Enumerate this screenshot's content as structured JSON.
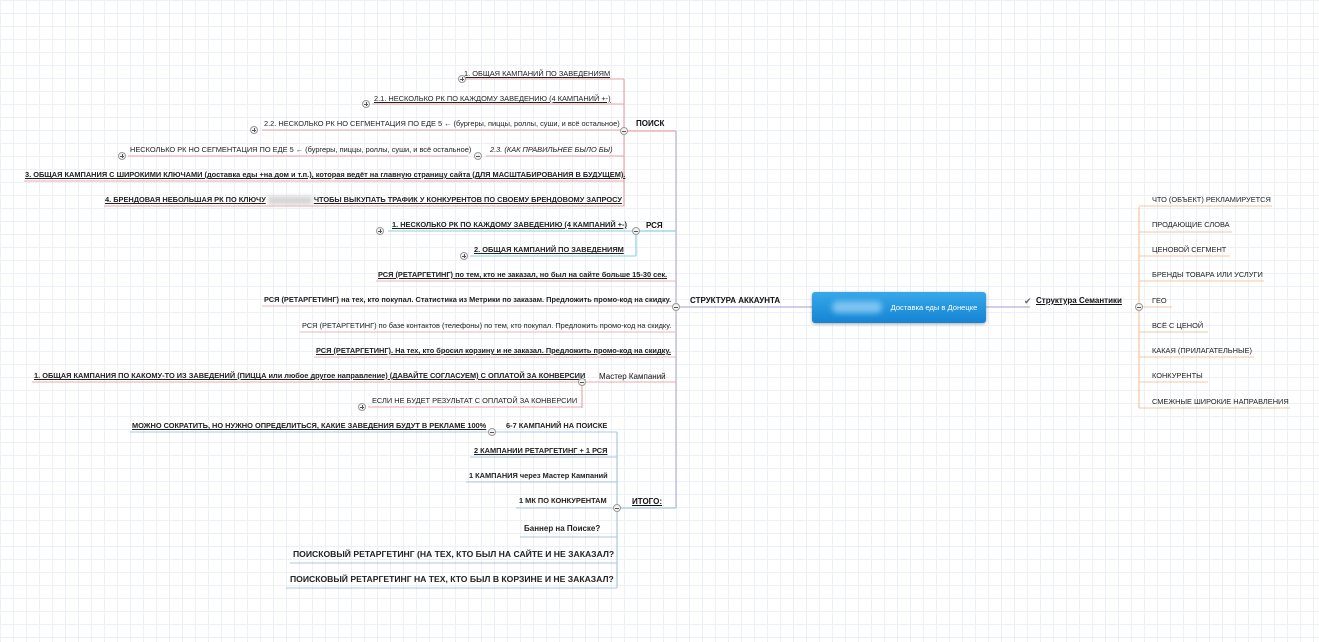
{
  "central_topic": {
    "title": "Доставка еды в Донецке",
    "redacted_marker": "redacted-name"
  },
  "branches": {
    "poisk": "ПОИСК",
    "rsya": "РСЯ",
    "struktura": "СТРУКТУРА АККАУНТА",
    "master": "Мастер Кампаний",
    "itogo": "ИТОГО:",
    "semantics": "Структура Семантики"
  },
  "poisk_items": [
    "1. ОБЩАЯ КАМПАНИЙ ПО ЗАВЕДЕНИЯМ",
    "2.1. НЕСКОЛЬКО РК ПО КАЖДОМУ ЗАВЕДЕНИЮ (4 КАМПАНИЙ +-)",
    "2.2. НЕСКОЛЬКО РК НО СЕГМЕНТАЦИЯ ПО ЕДЕ 5 ← (бургеры, пиццы, роллы, суши, и всё остальное)",
    "2.3. (КАК ПРАВИЛЬНЕЕ БЫЛО БЫ)",
    "НЕСКОЛЬКО РК НО СЕГМЕНТАЦИЯ ПО ЕДЕ 5 ← (бургеры, пиццы, роллы, суши, и всё остальное)",
    "3. ОБЩАЯ КАМПАНИЯ С ШИРОКИМИ КЛЮЧАМИ (доставка еды +на дом и т.п.), которая ведёт на главную страницу сайта (ДЛЯ МАСШТАБИРОВАНИЯ В БУДУЩЕМ).",
    "4. БРЕНДОВАЯ НЕБОЛЬШАЯ РК ПО КЛЮЧУ",
    "ЧТОБЫ ВЫКУПАТЬ ТРАФИК У КОНКУРЕНТОВ ПО СВОЕМУ БРЕНДОВОМУ ЗАПРОСУ"
  ],
  "rsya_items": [
    "1. НЕСКОЛЬКО РК ПО КАЖДОМУ ЗАВЕДЕНИЮ (4 КАМПАНИЙ +-)",
    "2. ОБЩАЯ КАМПАНИЙ ПО ЗАВЕДЕНИЯМ"
  ],
  "retarget_items": [
    "РСЯ (РЕТАРГЕТИНГ) по тем, кто не заказал, но был на сайте больше 15-30 сек.",
    "РСЯ (РЕТАРГЕТИНГ) на тех, кто покупал. Статистика из Метрики по заказам. Предложить промо-код на скидку.",
    "РСЯ (РЕТАРГЕТИНГ) по базе контактов (телефоны) по тем, кто покупал. Предложить промо-код на скидку.",
    "РСЯ (РЕТАРГЕТИНГ). На тех, кто бросил корзину и не заказал. Предложить промо-код на скидку."
  ],
  "master_items": [
    "1. ОБЩАЯ КАМПАНИЯ ПО КАКОМУ-ТО ИЗ ЗАВЕДЕНИЙ (ПИЦЦА или любое другое направление) (ДАВАЙТЕ СОГЛАСУЕМ) С ОПЛАТОЙ ЗА КОНВЕРСИИ",
    "ЕСЛИ НЕ БУДЕТ РЕЗУЛЬТАТ С ОПЛАТОЙ ЗА КОНВЕРСИИ"
  ],
  "itogo_items": {
    "summary": "6-7 КАМПАНИЙ НА ПОИСКЕ",
    "note": "МОЖНО СОКРАТИТЬ, НО НУЖНО ОПРЕДЕЛИТЬСЯ, КАКИЕ ЗАВЕДЕНИЯ БУДУТ В РЕКЛАМЕ 100%",
    "retarget": "2 КАМПАНИИ РЕТАРГЕТИНГ + 1 РСЯ",
    "master": "1 КАМПАНИЯ через Мастер Кампаний",
    "competitors": "1 МК ПО КОНКУРЕНТАМ",
    "questions": [
      "Баннер на Поиске?",
      "ПОИСКОВЫЙ РЕТАРГЕТИНГ (НА ТЕХ, КТО БЫЛ НА САЙТЕ И НЕ ЗАКАЗАЛ?",
      "ПОИСКОВЫЙ РЕТАРГЕТИНГ НА ТЕХ, КТО БЫЛ В КОРЗИНЕ И НЕ ЗАКАЗАЛ?"
    ]
  },
  "semantics_items": [
    "ЧТО (ОБЪЕКТ) РЕКЛАМИРУЕТСЯ",
    "ПРОДАЮЩИЕ СЛОВА",
    "ЦЕНОВОЙ СЕГМЕНТ",
    "БРЕНДЫ ТОВАРА ИЛИ УСЛУГИ",
    "ГЕО",
    "ВСЁ С ЦЕНОЙ",
    "КАКАЯ (ПРИЛАГАТЕЛЬНЫЕ)",
    "КОНКУРЕНТЫ",
    "СМЕЖНЫЕ ШИРОКИЕ НАПРАВЛЕНИЯ"
  ],
  "colors": {
    "poisk_branch": "#e8a8a8",
    "rsya_branch": "#8fd1e0",
    "retarget_branch": "#e8b8b8",
    "master_branch": "#e8a8a8",
    "itogo_branch": "#a8c8e0",
    "trunk": "#b8b0d8",
    "semantics_branch": "#f0c8a0",
    "center_top": "#36a8ea",
    "center_bottom": "#1784d4"
  }
}
